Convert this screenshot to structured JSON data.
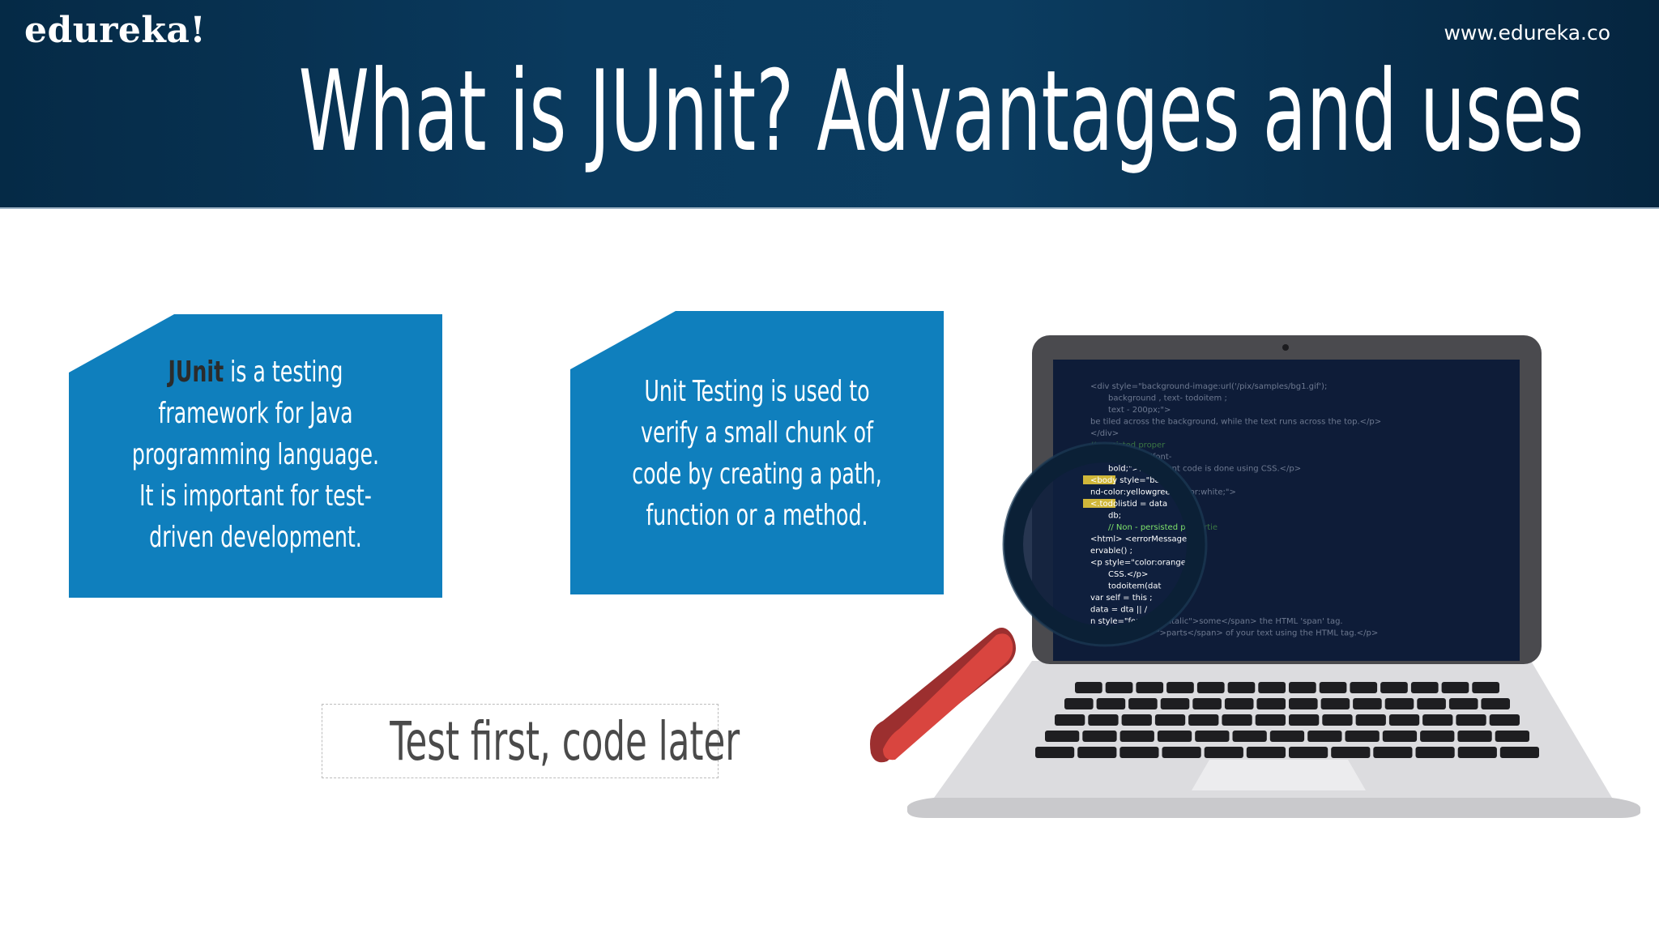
{
  "header": {
    "brand": "edureka!",
    "site_url": "www.edureka.co",
    "title": "What is JUnit? Advantages and uses"
  },
  "card1": {
    "lines": [
      "is a testing",
      "framework for Java",
      "programming language.",
      "It is important for test-",
      "driven development."
    ],
    "emphasis": "JUnit"
  },
  "card2": {
    "lines": [
      "Unit Testing is used to",
      "verify a small chunk of",
      "code by creating a path,",
      "function or a method."
    ]
  },
  "tagline": "Test first, code later",
  "illustration": {
    "icons": [
      "laptop-icon",
      "magnifying-glass-icon"
    ],
    "code_lines": [
      "<div style=\"background-image:url('/pix/samples/bg1.gif');",
      "background , text- todoitem ;",
      "text - 200px;\">",
      "be tiled across the background, while the text runs across the top.</p>",
      "</div>",
      "// persisted proper",
      "<p style=\"font-",
      "bold;\">HTML font code is done using CSS.</p>",
      "<body style=\"ba",
      "nd-color:yellowgreen;color:white;\">",
      "<.todolistid = data",
      "db;",
      "// Non - persisted propertie",
      "<html> <errorMessage = k",
      "ervable() ;",
      "<p style=\"color:orange;\">",
      "CSS.</p>",
      "todoitem(dat",
      "var self = this ;",
      "data = dta || /",
      "n style=\"font-style:italic\">some</span> the HTML 'span' tag.",
      "pan style=\"\">parts</span> of your text using the HTML tag.</p>"
    ]
  },
  "colors": {
    "header_bg": "#0a3a5e",
    "card_bg": "#0f7fbd",
    "title_text": "#ffffff",
    "tagline_text": "#4a4a4a",
    "screen_bg": "#0e1c38",
    "handle_red": "#d9453f"
  }
}
